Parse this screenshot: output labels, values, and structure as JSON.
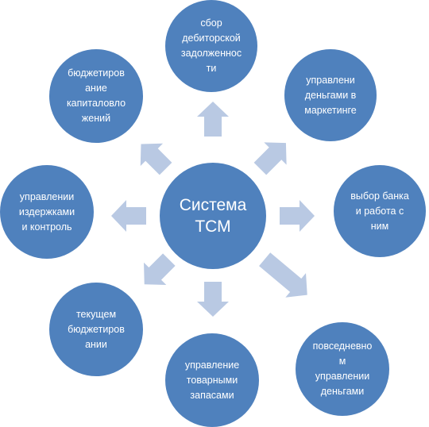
{
  "center": {
    "label": "Система\nТСМ"
  },
  "nodes": [
    {
      "id": "top",
      "label": "сбор\nдебиторской\nзадолженнос\nти"
    },
    {
      "id": "top-right",
      "label": "управлени\nденьгами в\nмаркетинге"
    },
    {
      "id": "right",
      "label": "выбор банка\nи работа с\nним"
    },
    {
      "id": "bottom-right",
      "label": "повседневно\nм\nуправлении\nденьгами"
    },
    {
      "id": "bottom",
      "label": "управление\nтоварными\nзапасами"
    },
    {
      "id": "bottom-left",
      "label": "текущем\nбюджетиров\nании"
    },
    {
      "id": "left",
      "label": "управлении\nиздержками\nи контроль"
    },
    {
      "id": "top-left",
      "label": "бюджетиров\nание\nкапиталовло\nжений"
    }
  ],
  "colors": {
    "node_fill": "#4f81bd",
    "arrow_fill": "#b9c9e3",
    "text": "#ffffff"
  }
}
